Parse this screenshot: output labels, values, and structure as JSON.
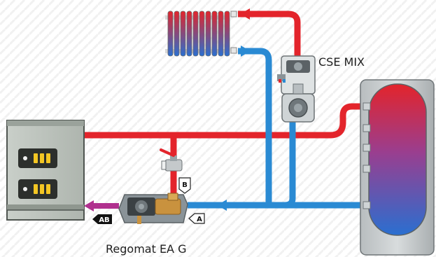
{
  "labels": {
    "cse_mix": "CSE MIX",
    "regomat": "Regomat EA G",
    "port_a": "A",
    "port_b": "B",
    "port_ab": "AB"
  },
  "colors": {
    "hot": "#e3242b",
    "cold": "#2a8ad3",
    "mixed": "#b0308e",
    "steel": "#8a9398",
    "brass": "#c9923e"
  }
}
